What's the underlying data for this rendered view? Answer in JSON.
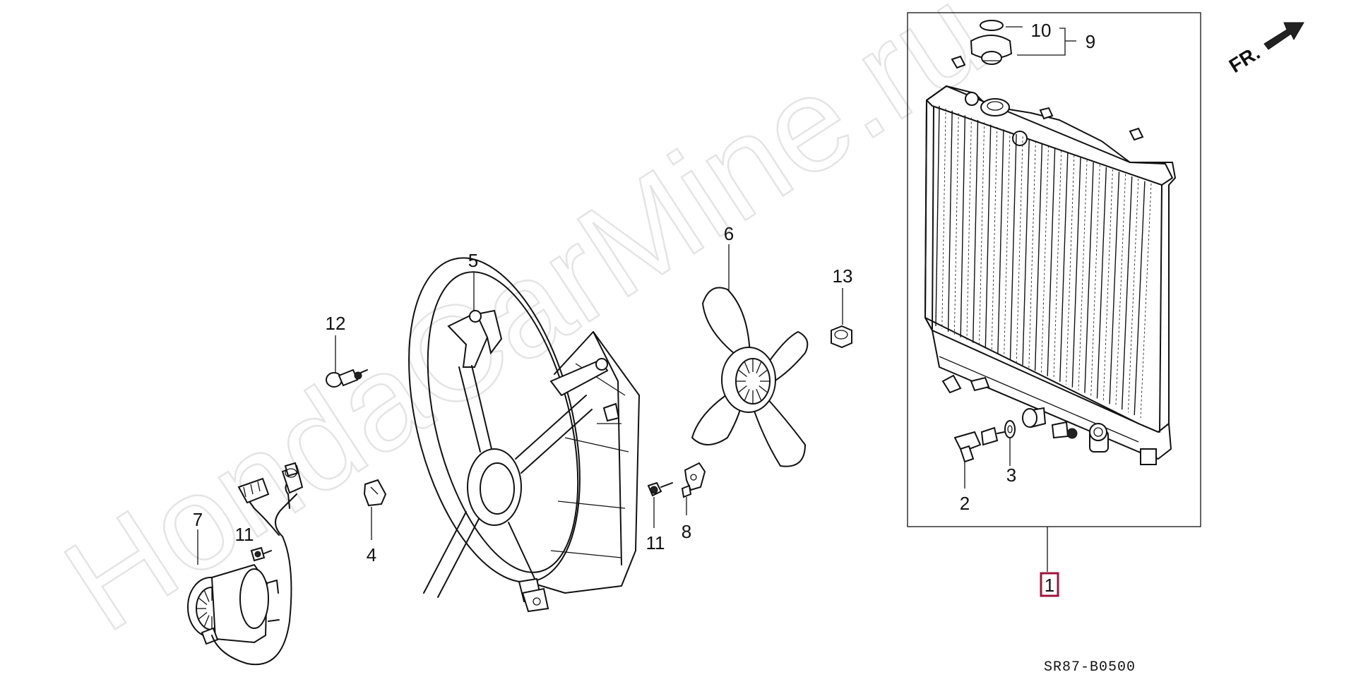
{
  "watermark": "HondaCarMine.ru",
  "diagram_code": "SR87-B0500",
  "direction_label": "FR.",
  "callouts": {
    "c1": "1",
    "c2": "2",
    "c3": "3",
    "c4": "4",
    "c5": "5",
    "c6": "6",
    "c7": "7",
    "c8": "8",
    "c9": "9",
    "c10": "10",
    "c11a": "11",
    "c11b": "11",
    "c12": "12",
    "c13": "13"
  },
  "colors": {
    "highlight_box": "#a0143c",
    "line": "#111111",
    "watermark": "#e4e4e4"
  }
}
